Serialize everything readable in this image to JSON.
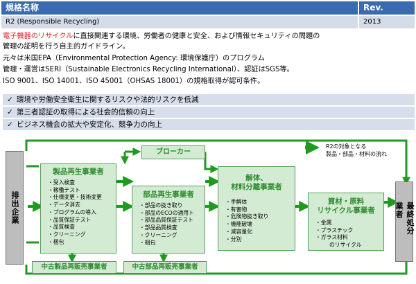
{
  "table": {
    "col1_header": "規格名称",
    "col2_header": "Rev.",
    "name": "R2 (Responsible Recycling)",
    "rev": "2013"
  },
  "description": {
    "line1_red": "電子機器のリサイクル",
    "line1_rest": "に直接関連する環境、労働者の健康と安全、および情報セキュリティの問題の",
    "line2": "管理の証明を行う自主的ガイドライン。",
    "line3": "元々は米国EPA（Environmental Protection Agency: 環境保護庁）のプログラム",
    "line4": "管理・運営はSERI（Sustainable Electronics Recycling International）、認証はSGS等。",
    "line5": "ISO 9001、ISO 14001、ISO 45001（OHSAS 18001）の規格取得が認可条件。"
  },
  "benefits": [
    "環境や労働安全衛生に関するリスクや法的リスクを低減",
    "第三者認証の取得による社会的信頼の向上",
    "ビジネス機会の拡大や安定化、競争力の向上"
  ],
  "diagram": {
    "source": "排出企業",
    "broker": "ブローカー",
    "legend_line1": "R2の対象となる",
    "legend_line2": "製品・部品・材料の流れ",
    "product_refurb": {
      "title": "製品再生事業者",
      "items": [
        "受入検査",
        "稼働テスト",
        "仕様変更・技術変更",
        "データ消去",
        "プログラムの導入",
        "品質保証テスト",
        "品質検査",
        "クリーニング",
        "梱包"
      ]
    },
    "parts_refurb": {
      "title": "部品再生事業者",
      "items": [
        "部品の抜き取り",
        "部品のECOの適用ト",
        "部品品質保証テスト",
        "部品品質検査",
        "クリーニング",
        "梱包"
      ]
    },
    "dismantle": {
      "title_line1": "解体、",
      "title_line2": "材料分離事業者",
      "items": [
        "手解体",
        "有害物",
        "危険物抜き取り",
        "機能破壊",
        "減容量化",
        "分別"
      ]
    },
    "material": {
      "title_line1": "資材・原料",
      "title_line2": "リサイクル事業者",
      "items": [
        "金属",
        "プラスチック",
        "ガラス材料"
      ],
      "extra": "のリサイクル"
    },
    "used_product_seller": "中古製品再販売事業者",
    "used_parts_seller": "中古部品再販売事業者",
    "final": "最終処分業者"
  },
  "colors": {
    "header": "#3a6ab0",
    "accent_red": "#e02020",
    "green": "#1f9a1f",
    "box_fill": "#d3ebd3",
    "bullet_bg": "#d7deeb"
  }
}
